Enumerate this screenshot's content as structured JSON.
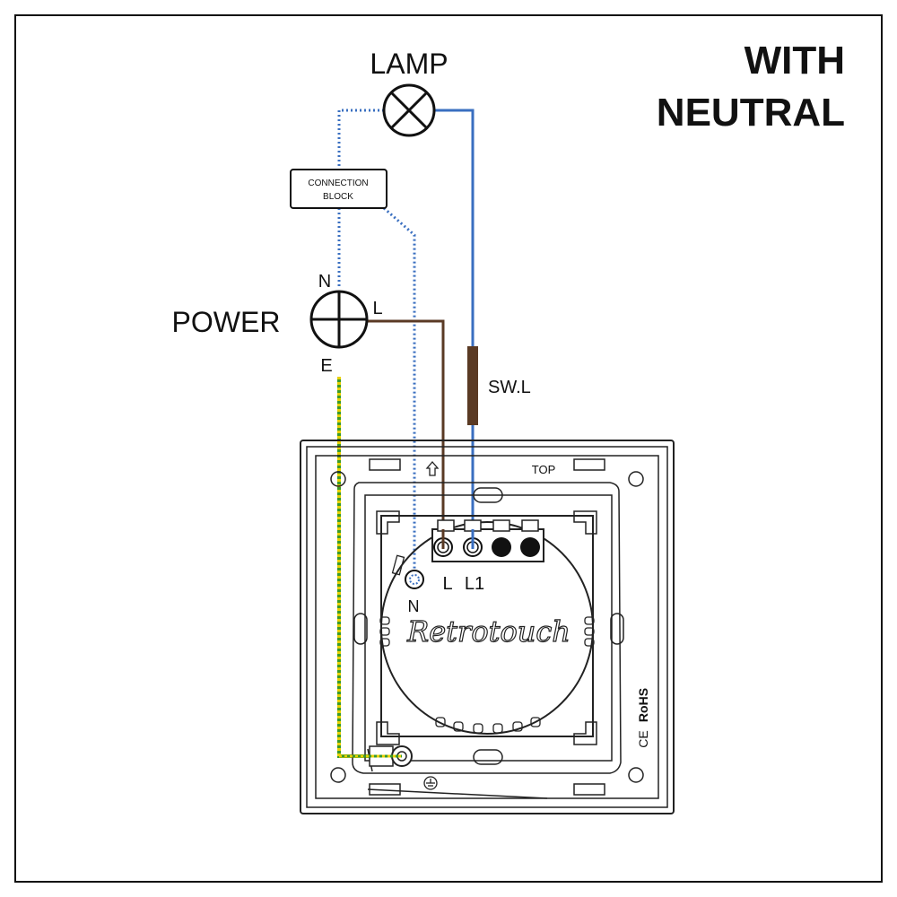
{
  "title": {
    "line1": "WITH",
    "line2": "NEUTRAL"
  },
  "labels": {
    "lamp": "LAMP",
    "connection_block_line1": "CONNECTION",
    "connection_block_line2": "BLOCK",
    "power": "POWER",
    "power_n": "N",
    "power_l": "L",
    "power_e": "E",
    "sw_l": "SW.L",
    "top": "TOP",
    "terminal_l": "L",
    "terminal_l1": "L1",
    "terminal_n": "N",
    "brand": "Retrotouch",
    "ce": "CE",
    "rohs": "RoHS"
  },
  "wire_colors": {
    "neutral": "#3a6fc0",
    "live": "#5a3a24",
    "switched_live": "#3a6fc0",
    "switched_live_sleeve": "#5a3a24",
    "earth_green": "#3a9a2a",
    "earth_yellow": "#e8d000"
  }
}
